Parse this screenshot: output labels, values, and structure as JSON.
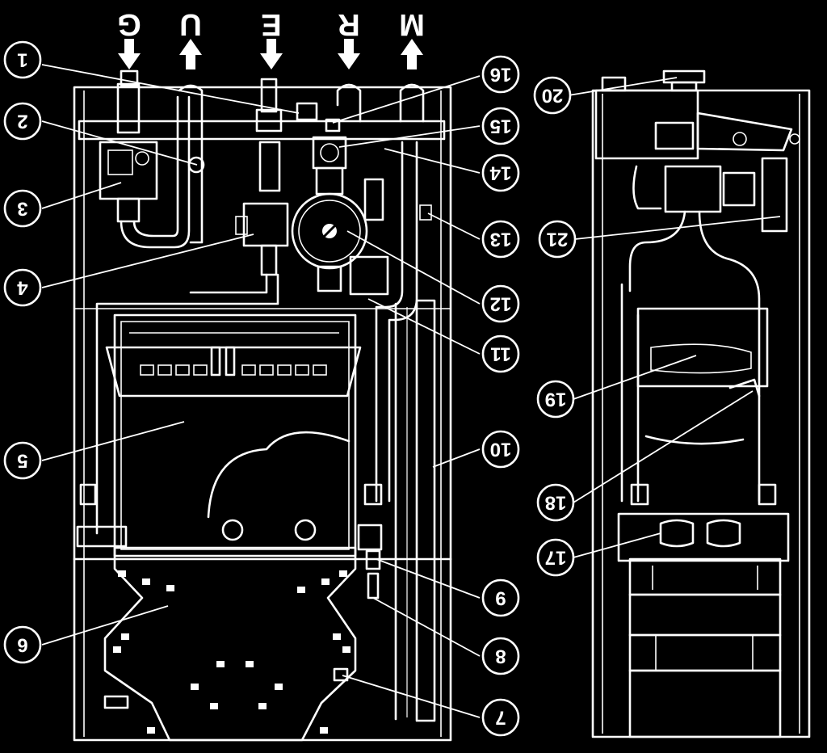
{
  "ports": [
    {
      "letter": "G",
      "flow": "in"
    },
    {
      "letter": "U",
      "flow": "out"
    },
    {
      "letter": "E",
      "flow": "in"
    },
    {
      "letter": "R",
      "flow": "in"
    },
    {
      "letter": "M",
      "flow": "out"
    }
  ],
  "callouts": [
    "1",
    "2",
    "3",
    "4",
    "5",
    "6",
    "7",
    "8",
    "9",
    "10",
    "11",
    "12",
    "13",
    "14",
    "15",
    "16",
    "17",
    "18",
    "19",
    "20",
    "21"
  ],
  "label_rotation_deg": 180,
  "colors": {
    "background": "#000000",
    "line": "#ffffff"
  }
}
